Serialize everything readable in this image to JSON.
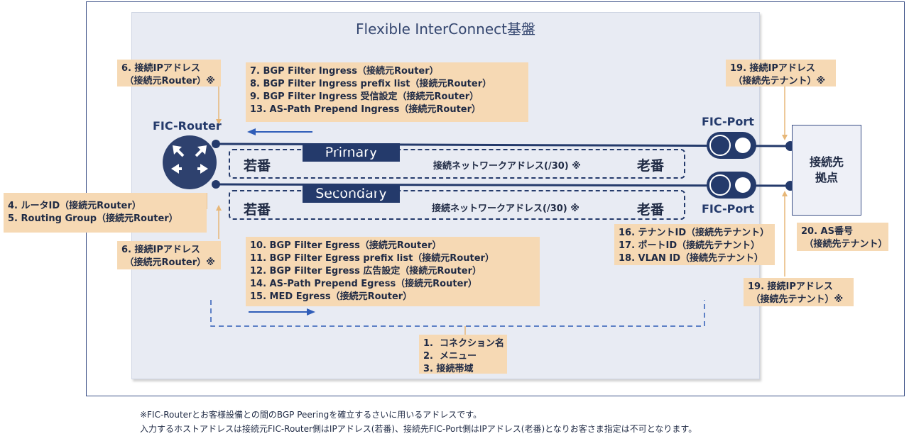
{
  "platform_title": "Flexible InterConnect基盤",
  "router_label": "FIC-Router",
  "port_label_top": "FIC-Port",
  "port_label_bottom": "FIC-Port",
  "destination": "接続先\n拠点",
  "lines": {
    "primary": "Primary",
    "secondary": "Secondary"
  },
  "address_rows": {
    "primary": {
      "left": "若番",
      "center": "接続ネットワークアドレス(/30) ※",
      "right": "老番"
    },
    "secondary": {
      "left": "若番",
      "center": "接続ネットワークアドレス(/30) ※",
      "right": "老番"
    }
  },
  "boxes": {
    "ip_src_top": "6. 接続IPアドレス\n （接続元Router）※",
    "ingress": "7. BGP Filter Ingress（接続元Router）\n8. BGP Filter Ingress prefix list（接続元Router）\n9. BGP Filter Ingress 受信設定（接続元Router）\n13. AS-Path Prepend Ingress（接続元Router）",
    "ip_dst_top": "19. 接続IPアドレス\n （接続先テナント）※",
    "router_id": "4. ルータID（接続元Router）\n5. Routing Group（接続元Router）",
    "ip_src_bottom": "6. 接続IPアドレス\n （接続元Router）※",
    "egress": "10. BGP Filter Egress（接続元Router）\n11. BGP Filter Egress prefix list（接続元Router）\n12. BGP Filter Egress 広告設定（接続元Router）\n14. AS-Path Prepend Egress（接続元Router）\n15. MED Egress（接続元Router）",
    "tenant": "16. テナントID（接続先テナント）\n17. ポートID（接続先テナント）\n18. VLAN ID（接続先テナント）",
    "as_number": "20. AS番号\n （接続先テナント）",
    "ip_dst_bottom": "19. 接続IPアドレス\n （接続先テナント）※",
    "connection": "1.  コネクション名\n2.  メニュー\n3. 接続帯域"
  },
  "notes": [
    "※FIC-Routerとお客様設備との間のBGP Peeringを確立するさいに用いるアドレスです。",
    "入力するホストアドレスは接続元FIC-Router側はIPアドレス(若番)、接続先FIC-Port側はIPアドレス(老番)となりお客さま指定は不可となります。"
  ],
  "colors": {
    "navy": "#243a6b",
    "tan": "#f6d9b4",
    "platform_bg": "#e8ebf3",
    "connector": "#e7b778",
    "accent_blue": "#2f5db8"
  }
}
